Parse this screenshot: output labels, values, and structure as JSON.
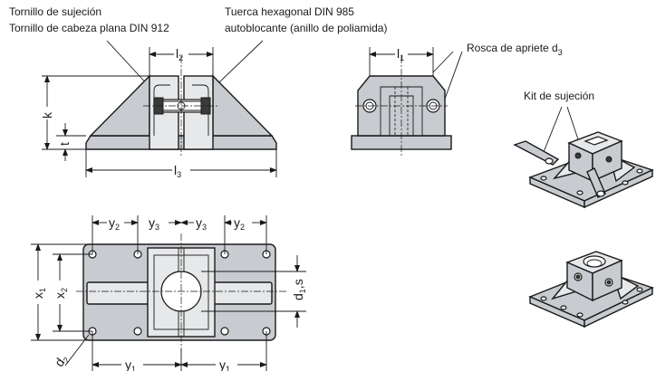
{
  "labels": {
    "clamping_screw": "Tornillo de sujeción",
    "flat_head_screw": "Tornillo de cabeza plana DIN 912",
    "hex_nut": "Tuerca hexagonal DIN 985",
    "self_locking": "autoblocante (anillo de poliamida)",
    "clamping_thread": "Rosca de apriete d",
    "clamping_thread_sub": "3",
    "clamping_kit": "Kit de sujeción"
  },
  "dims": {
    "l": "l",
    "l2_sub": "2",
    "l1_sub": "1",
    "l3_sub": "3",
    "k": "k",
    "t": "t",
    "y": "y",
    "y1_sub": "1",
    "y2_sub": "2",
    "y3_sub": "3",
    "x": "x",
    "x1_sub": "1",
    "x2_sub": "2",
    "d": "d",
    "d1s_sub": "1",
    "d1s_tail": ",s",
    "d2_sub": "2"
  }
}
